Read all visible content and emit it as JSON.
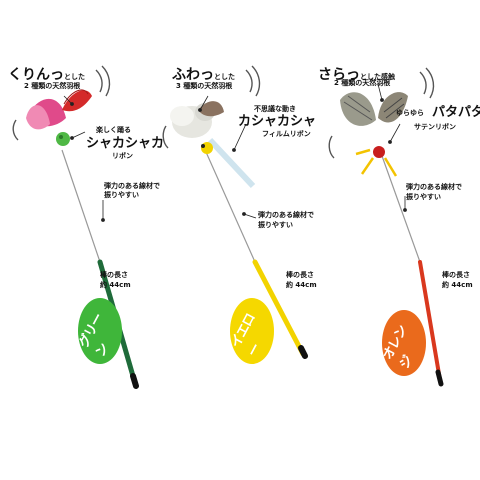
{
  "products": [
    {
      "title_strong": "くりんっ",
      "title_suffix": "とした",
      "subtitle": "2 種類の天然羽根",
      "lure_pre": "楽しく踊る",
      "lure_main": "シャカシャカ",
      "lure_sub": "リボン",
      "rod_note_1": "弾力のある線材で",
      "rod_note_2": "振りやすい",
      "length_1": "棒の長さ",
      "length_2": "約 44cm",
      "color_name": "グリーン",
      "badge_color": "#3fb63a",
      "rod_color": "#1f6b3a"
    },
    {
      "title_strong": "ふわっ",
      "title_suffix": "とした",
      "subtitle": "3 種類の天然羽根",
      "lure_pre": "不思議な動き",
      "lure_main": "カシャカシャ",
      "lure_sub": "フィルムリボン",
      "rod_note_1": "弾力のある線材で",
      "rod_note_2": "振りやすい",
      "length_1": "棒の長さ",
      "length_2": "約 44cm",
      "color_name": "イエロー",
      "badge_color": "#f5d800",
      "rod_color": "#f2d300"
    },
    {
      "title_strong": "さらっ",
      "title_suffix": "とした感触",
      "subtitle": "2 種類の天然羽根",
      "lure_pre": "ゆらゆら",
      "lure_main": "パタパタ",
      "lure_sub": "サテンリボン",
      "rod_note_1": "弾力のある線材で",
      "rod_note_2": "振りやすい",
      "length_1": "棒の長さ",
      "length_2": "約 44cm",
      "color_name": "オレンジ",
      "badge_color": "#ea6a1c",
      "rod_color": "#d9381e"
    }
  ]
}
